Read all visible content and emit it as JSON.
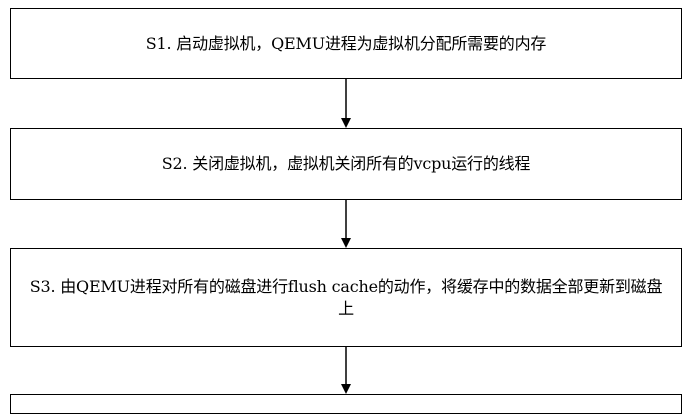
{
  "flowchart": {
    "steps": [
      {
        "text": "S1. 启动虚拟机，QEMU进程为虚拟机分配所需要的内存"
      },
      {
        "text": "S2. 关闭虚拟机，虚拟机关闭所有的vcpu运行的线程"
      },
      {
        "text": "S3. 由QEMU进程对所有的磁盘进行flush cache的动作，将缓存中的数据全部更新到磁盘上"
      },
      {
        "text": ""
      }
    ]
  },
  "colors": {
    "stroke": "#000000",
    "background": "#ffffff"
  }
}
